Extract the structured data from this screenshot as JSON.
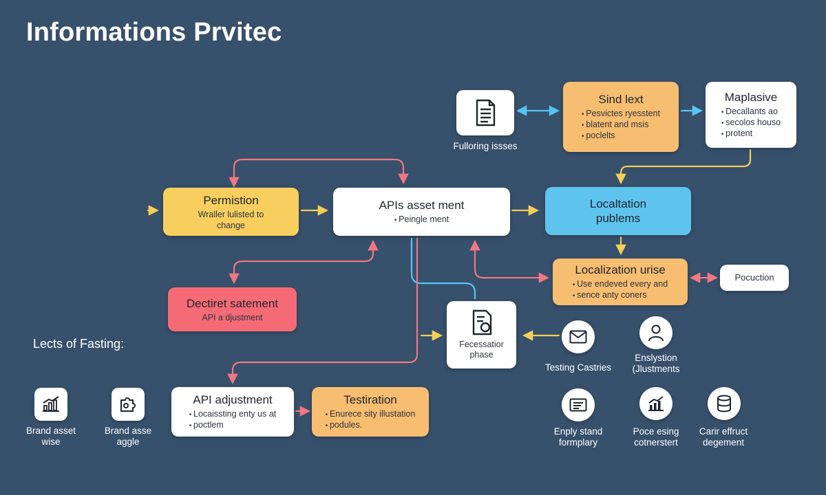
{
  "title": "Informations Prvitec",
  "section_label": "Lects of Fasting:",
  "colors": {
    "background": "#37506b",
    "arrow_yellow": "#f5cf55",
    "arrow_red": "#f07882",
    "arrow_blue": "#56c6f4"
  },
  "nodes": {
    "fulloring": {
      "caption": "Fulloring issses",
      "icon": "document-icon"
    },
    "sind_lext": {
      "title": "Sind lext",
      "bullets": [
        "Pesvictes ryesstent",
        "blatent and msis",
        "poclelts"
      ]
    },
    "maplasive": {
      "title": "Maplasive",
      "bullets": [
        "Decallants ao",
        "secolos houso",
        "protent"
      ]
    },
    "permistion": {
      "title": "Permistion",
      "subtitle": "Wraller lulisted to change"
    },
    "apis": {
      "title": "APIs asset ment",
      "bullets": [
        "Peingle ment"
      ]
    },
    "localtation": {
      "title": "Localtation publems"
    },
    "localization_urise": {
      "title": "Localization urise",
      "bullets": [
        "Use endeved every and",
        "sence anty coners"
      ]
    },
    "pocuction": {
      "title": "Pocuction"
    },
    "dectiret": {
      "title": "Dectiret satement",
      "subtitle": "API a djustment"
    },
    "fecessatior": {
      "caption": "Fecessatior phase",
      "icon": "document-icon"
    },
    "api_adjustment": {
      "title": "API adjustment",
      "bullets": [
        "Locaissting enty us at",
        "poctlem"
      ]
    },
    "testiration": {
      "title": "Testiration",
      "bullets": [
        "Enurece sity illustation",
        "podules."
      ]
    }
  },
  "icon_items": [
    {
      "label": "Testing Castries",
      "icon": "mail-icon"
    },
    {
      "label": "Enslystion (Jlustments",
      "icon": "user-icon"
    },
    {
      "label": "Enply stand formplary",
      "icon": "card-icon"
    },
    {
      "label": "Poce esing cotnerstert",
      "icon": "chart-icon"
    },
    {
      "label": "Carir effruct degement",
      "icon": "database-icon"
    },
    {
      "label": "Brand asset wise",
      "icon": "chart-icon"
    },
    {
      "label": "Brand asse aggle",
      "icon": "puzzle-icon"
    }
  ]
}
